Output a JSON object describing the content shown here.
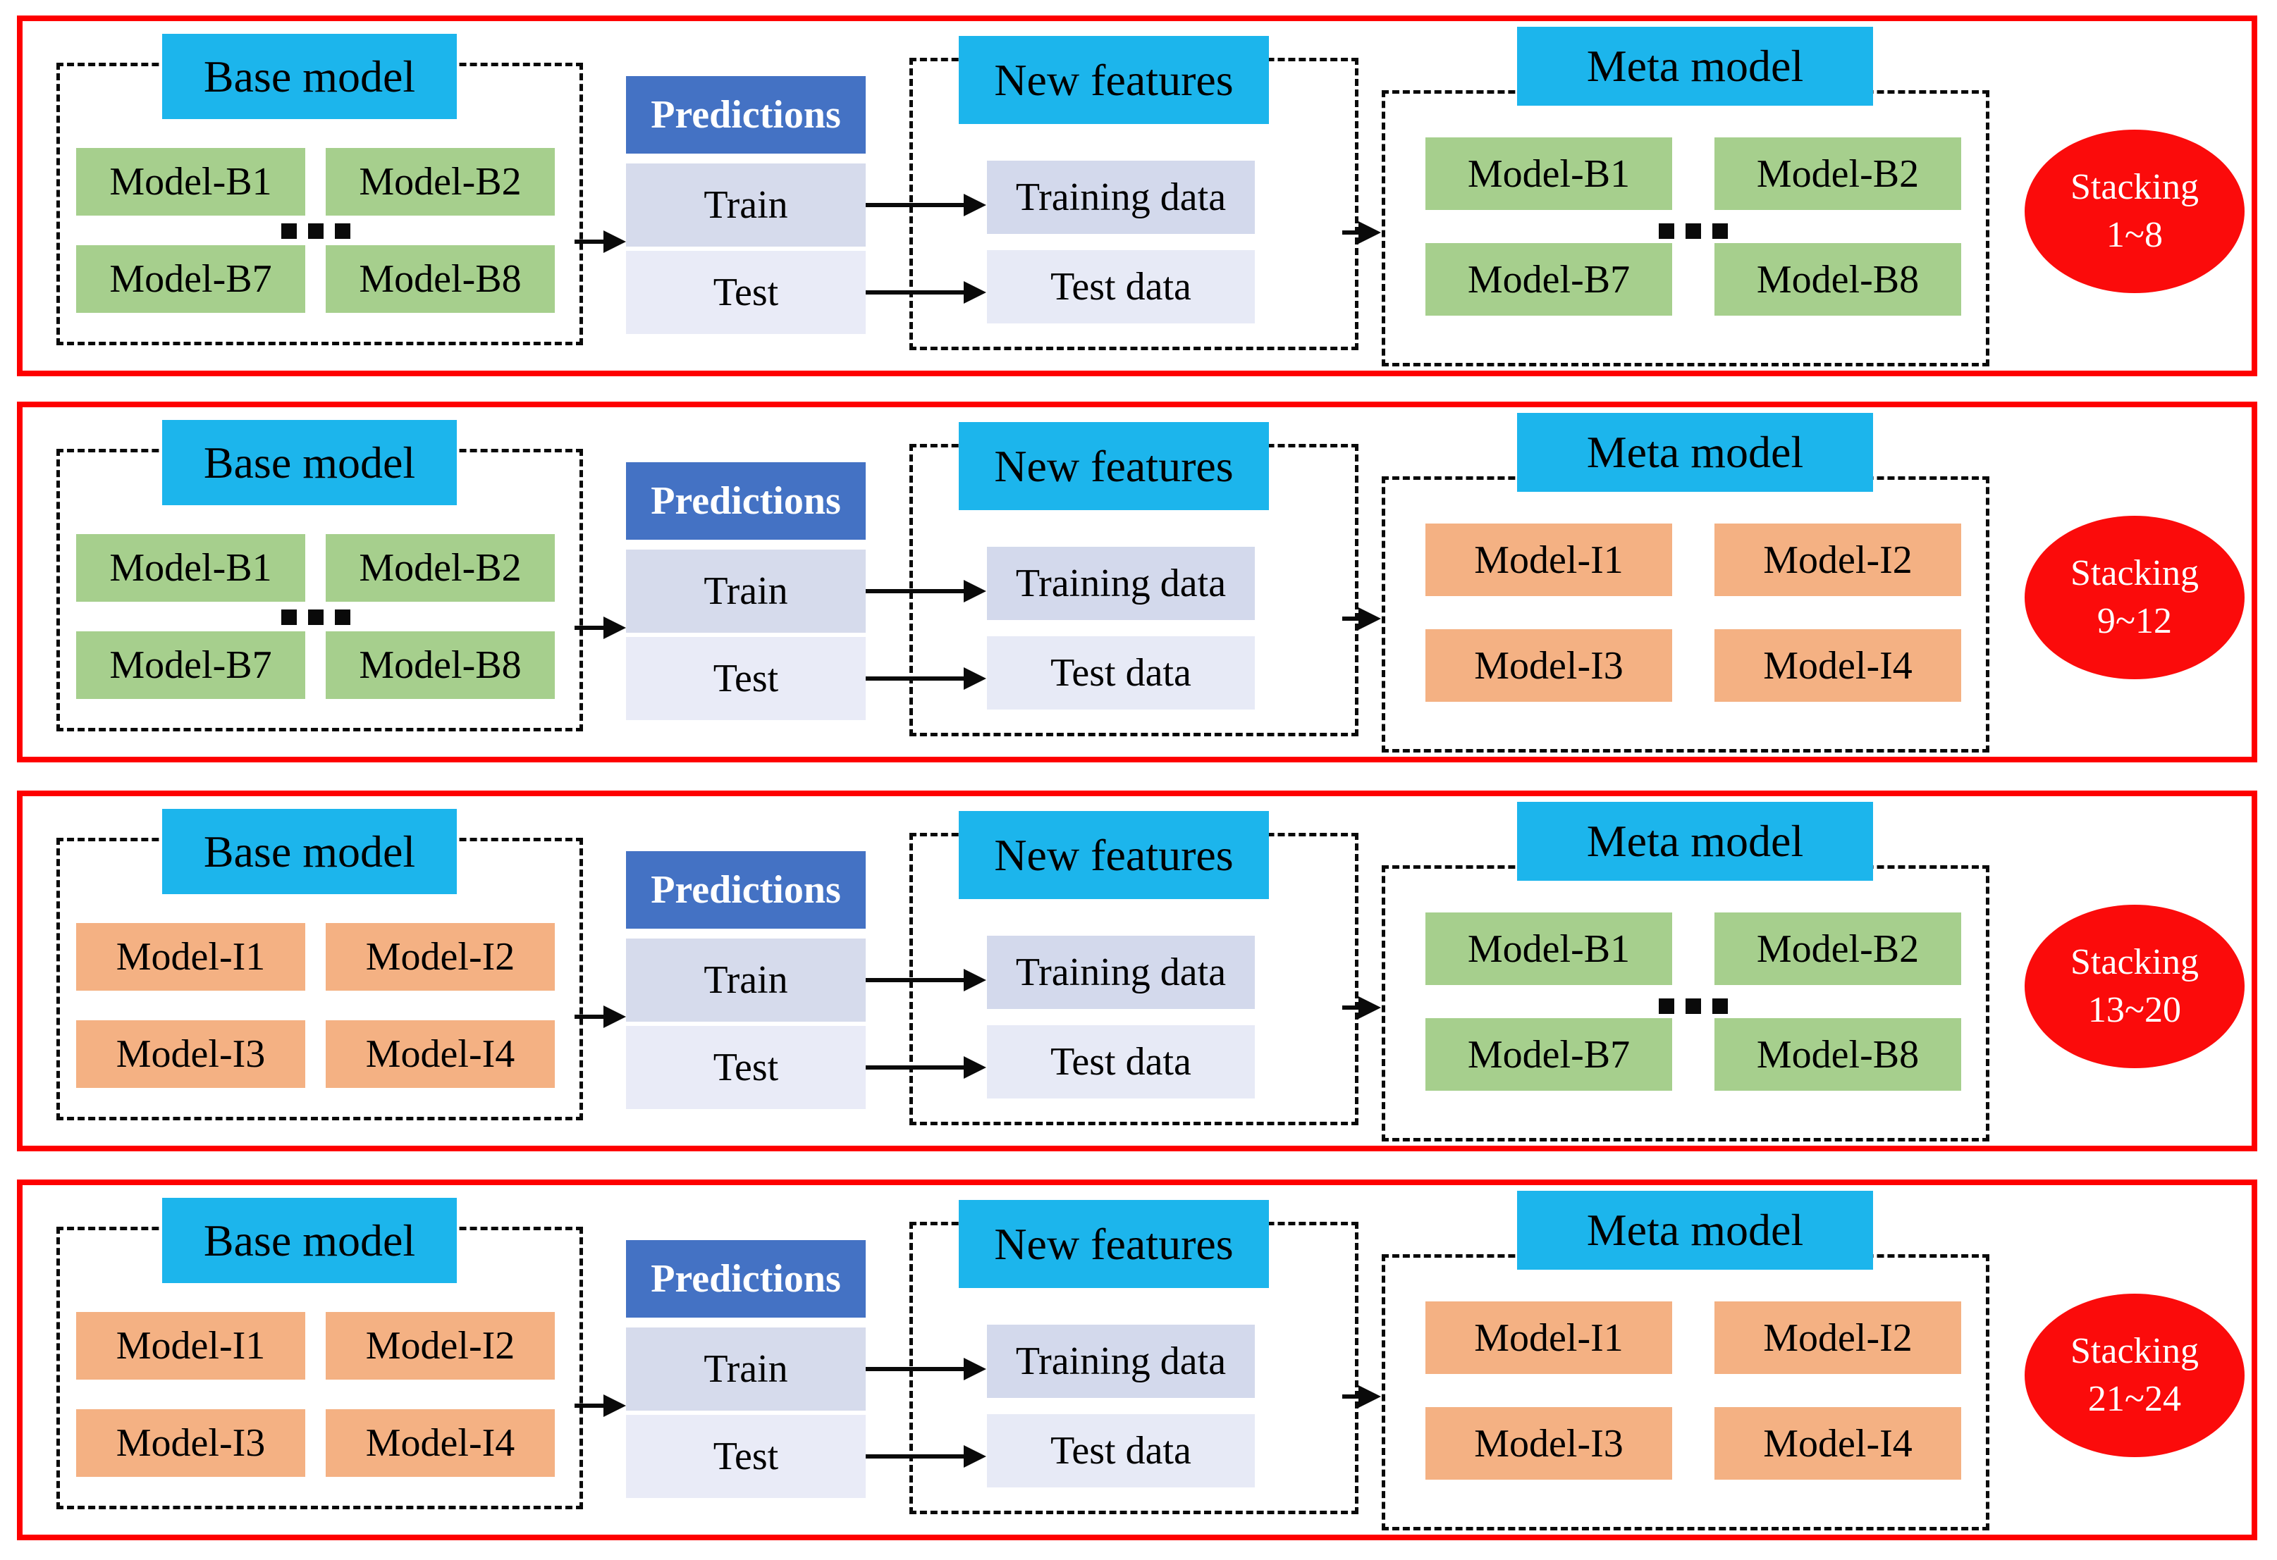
{
  "shared": {
    "base_header": "Base model",
    "predictions_header": "Predictions",
    "train": "Train",
    "test": "Test",
    "new_features_header": "New features",
    "training_data": "Training data",
    "test_data": "Test data",
    "meta_header": "Meta model",
    "stacking_word": "Stacking"
  },
  "colors": {
    "row_border": "#FE0000",
    "section_header_fill": "#1CB5EC",
    "predictions_fill": "#4472C4",
    "predictions_text": "#FFFFFF",
    "train_fill": "#D6DBEC",
    "test_fill": "#E9EBF7",
    "training_data_fill": "#D3D9EC",
    "test_data_fill": "#E7EAF6",
    "green_model_fill": "#A6CF8D",
    "orange_model_fill": "#F4B183",
    "ellipse_fill": "#FB0B0B",
    "ellipse_text": "#FFFFFF",
    "dashed_border": "#0A0A0A"
  },
  "rows": [
    {
      "stacking_range": "1~8",
      "base": {
        "color": "green",
        "dots": "yes",
        "models": [
          "Model-B1",
          "Model-B2",
          "Model-B7",
          "Model-B8"
        ]
      },
      "meta": {
        "color": "green",
        "dots": "yes",
        "models": [
          "Model-B1",
          "Model-B2",
          "Model-B7",
          "Model-B8"
        ]
      }
    },
    {
      "stacking_range": "9~12",
      "base": {
        "color": "green",
        "dots": "yes",
        "models": [
          "Model-B1",
          "Model-B2",
          "Model-B7",
          "Model-B8"
        ]
      },
      "meta": {
        "color": "orange",
        "dots": "",
        "models": [
          "Model-I1",
          "Model-I2",
          "Model-I3",
          "Model-I4"
        ]
      }
    },
    {
      "stacking_range": "13~20",
      "base": {
        "color": "orange",
        "dots": "",
        "models": [
          "Model-I1",
          "Model-I2",
          "Model-I3",
          "Model-I4"
        ]
      },
      "meta": {
        "color": "green",
        "dots": "yes",
        "models": [
          "Model-B1",
          "Model-B2",
          "Model-B7",
          "Model-B8"
        ]
      }
    },
    {
      "stacking_range": "21~24",
      "base": {
        "color": "orange",
        "dots": "",
        "models": [
          "Model-I1",
          "Model-I2",
          "Model-I3",
          "Model-I4"
        ]
      },
      "meta": {
        "color": "orange",
        "dots": "",
        "models": [
          "Model-I1",
          "Model-I2",
          "Model-I3",
          "Model-I4"
        ]
      }
    }
  ]
}
